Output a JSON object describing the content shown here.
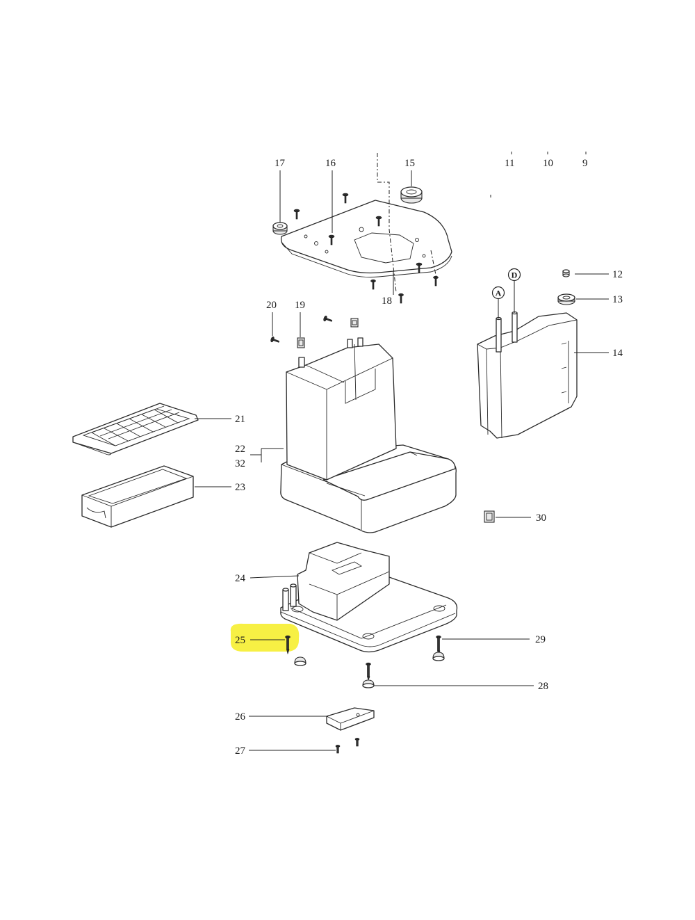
{
  "diagram": {
    "highlight_color": "#f7ef3a",
    "highlighted_part": "25",
    "connection_markers": [
      "A",
      "D"
    ],
    "callouts": [
      {
        "id": "c17",
        "text": "17"
      },
      {
        "id": "c16",
        "text": "16"
      },
      {
        "id": "c15",
        "text": "15"
      },
      {
        "id": "c11",
        "text": "11"
      },
      {
        "id": "c10",
        "text": "10"
      },
      {
        "id": "c9",
        "text": "9"
      },
      {
        "id": "c12",
        "text": "12"
      },
      {
        "id": "c13",
        "text": "13"
      },
      {
        "id": "c14",
        "text": "14"
      },
      {
        "id": "c18",
        "text": "18"
      },
      {
        "id": "c20",
        "text": "20"
      },
      {
        "id": "c19",
        "text": "19"
      },
      {
        "id": "c21",
        "text": "21"
      },
      {
        "id": "c22",
        "text": "22"
      },
      {
        "id": "c32",
        "text": "32"
      },
      {
        "id": "c23",
        "text": "23"
      },
      {
        "id": "c30",
        "text": "30"
      },
      {
        "id": "c24",
        "text": "24"
      },
      {
        "id": "c25",
        "text": "25"
      },
      {
        "id": "c29",
        "text": "29"
      },
      {
        "id": "c28",
        "text": "28"
      },
      {
        "id": "c26",
        "text": "26"
      },
      {
        "id": "c27",
        "text": "27"
      }
    ]
  }
}
